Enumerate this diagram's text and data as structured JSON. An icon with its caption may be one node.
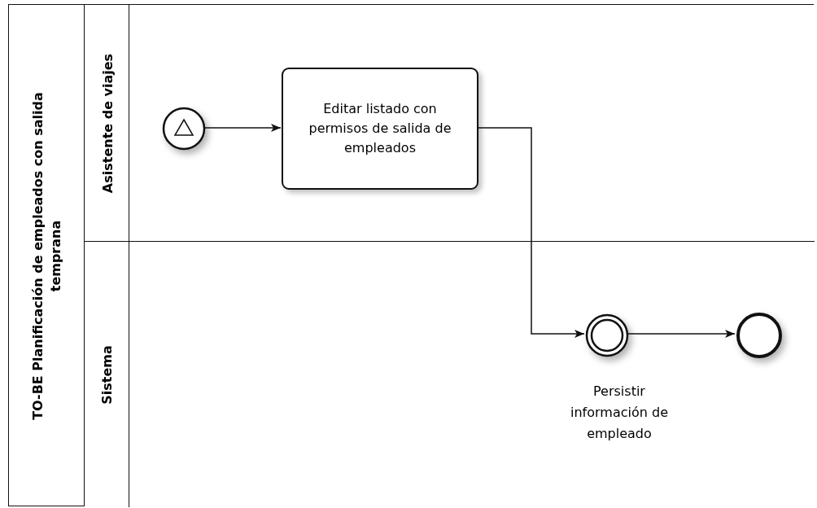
{
  "diagram": {
    "nodes": [
      {
        "text": [
          "TO-BE Planificación de empleados con salida temprana"
        ]
      },
      {
        "text": [
          "Asistente de viajes"
        ],
        "in": 0
      },
      {
        "text": [
          "Sistema"
        ],
        "in": 0
      },
      {
        "text": [],
        "shape": "circle",
        "in": 1
      },
      {
        "text": [
          "Editar listado con permisos de salida de empleados"
        ],
        "in": 1
      },
      {
        "text": [],
        "shape": "circle",
        "in": 2,
        "beside": [
          "Persistir información de empleado"
        ]
      },
      {
        "text": [],
        "shape": "circle",
        "in": 2
      }
    ],
    "edges": [
      {
        "from": 3,
        "to": 4,
        "arrow": "to"
      },
      {
        "from": 4,
        "to": 5,
        "arrow": "to"
      },
      {
        "from": 5,
        "to": 6,
        "arrow": "to"
      }
    ]
  }
}
